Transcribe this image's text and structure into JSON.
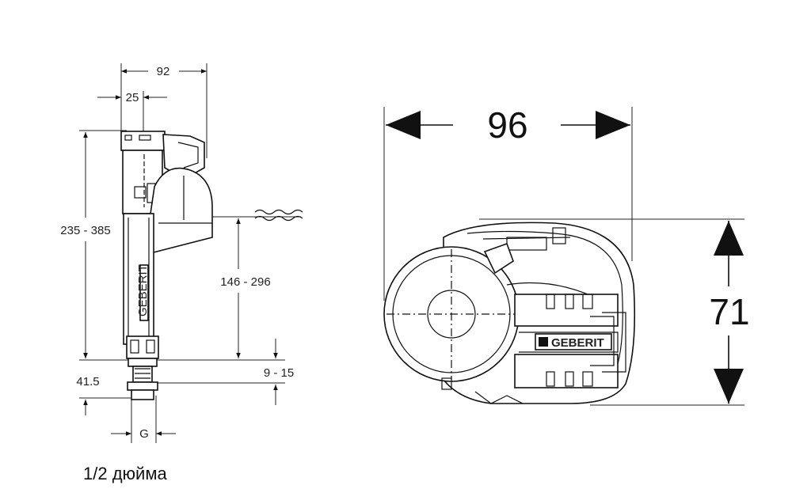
{
  "left_view": {
    "dims": {
      "width_total": "92",
      "width_inner": "25",
      "height_range": "235 - 385",
      "water_level": "146 - 296",
      "shank_offset": "41.5",
      "shank_length": "9 - 15",
      "thread": "G"
    },
    "brand": "GEBERIT"
  },
  "right_view": {
    "dims": {
      "width": "96",
      "height": "71"
    },
    "brand": "GEBERIT"
  },
  "caption": "1/2 дюйма"
}
